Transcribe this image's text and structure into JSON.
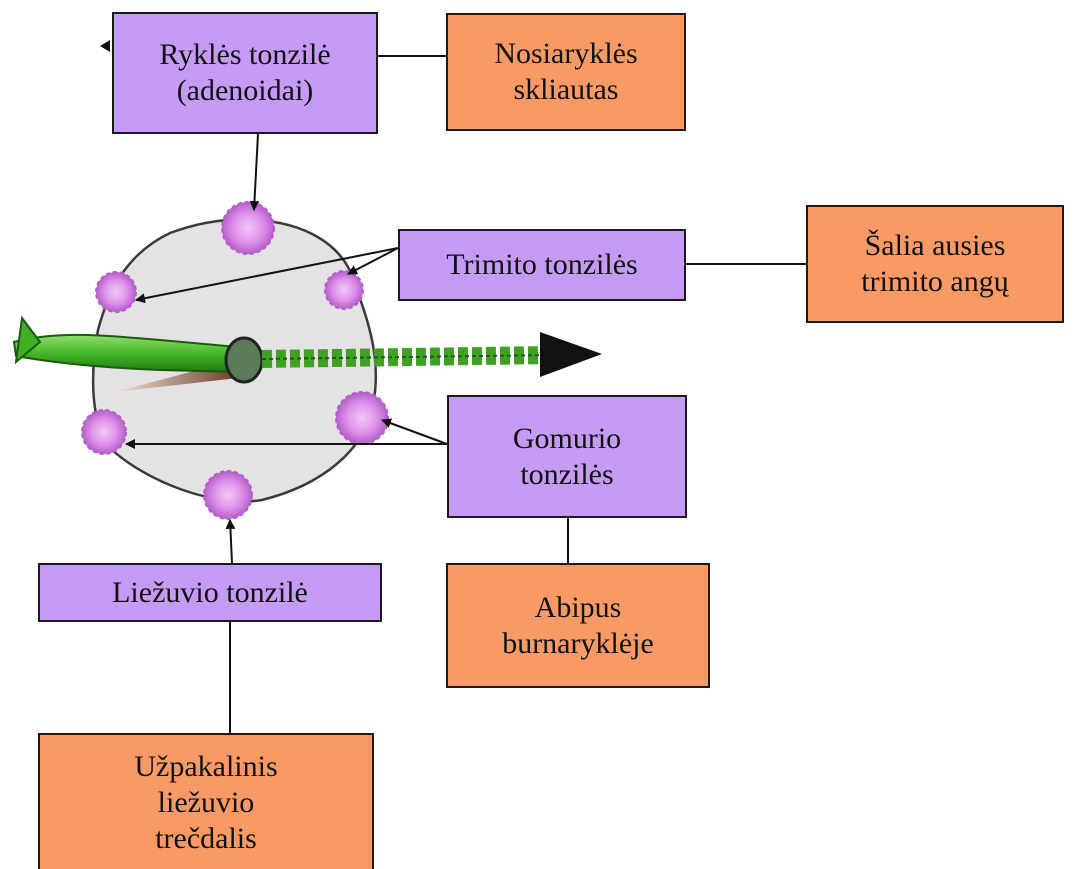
{
  "colors": {
    "purple_box": "#c59bf5",
    "orange_box": "#f89a66",
    "tonsil": "#d98ee6",
    "pharynx_fill": "#e4e2e4",
    "arrow_green": "#4cbc2c"
  },
  "boxes": {
    "rykles_line1": "Ryklės tonzilė",
    "rykles_line2": "(adenoidai)",
    "nosiarykles_line1": "Nosiaryklės",
    "nosiarykles_line2": "skliautas",
    "trimito": "Trimito tonzilės",
    "salia_line1": "Šalia ausies",
    "salia_line2": "trimito angų",
    "gomurio_line1": "Gomurio",
    "gomurio_line2": "tonzilės",
    "liezuvio": "Liežuvio tonzilė",
    "abipus_line1": "Abipus",
    "abipus_line2": "burnaryklėje",
    "uzpakalinis_line1": "Užpakalinis",
    "uzpakalinis_line2": "liežuvio",
    "uzpakalinis_line3": "trečdalis"
  }
}
